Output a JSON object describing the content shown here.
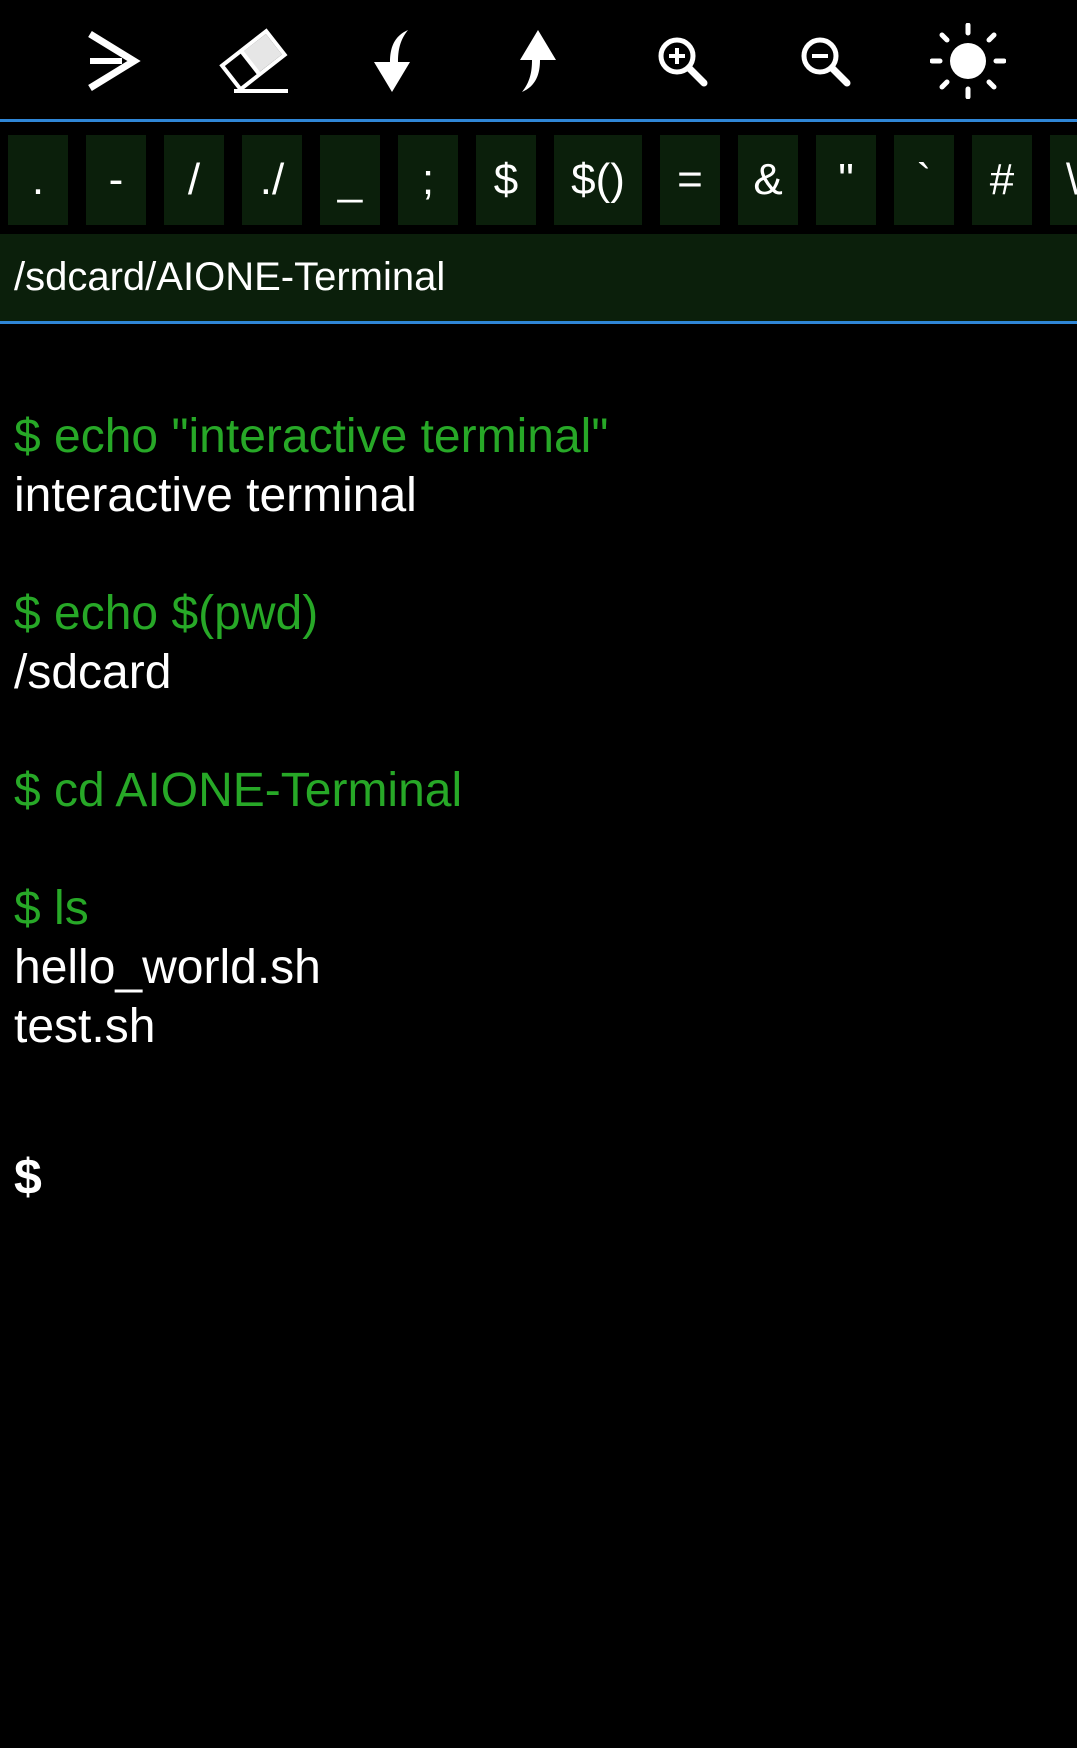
{
  "toolbar": {
    "buttons": [
      {
        "icon": "send-icon"
      },
      {
        "icon": "eraser-icon"
      },
      {
        "icon": "arrow-down-icon"
      },
      {
        "icon": "arrow-up-icon"
      },
      {
        "icon": "zoom-in-icon"
      },
      {
        "icon": "zoom-out-icon"
      },
      {
        "icon": "brightness-icon"
      }
    ]
  },
  "keys": [
    ".",
    "-",
    "/",
    "./",
    "_",
    ";",
    "$",
    "$()",
    "=",
    "&",
    "\"",
    "`",
    "#",
    "\\"
  ],
  "path": "/sdcard/AIONE-Terminal",
  "terminal": {
    "lines": [
      {
        "type": "cmd",
        "text": "$ echo \"interactive terminal\""
      },
      {
        "type": "out",
        "text": "interactive terminal"
      },
      {
        "type": "cmd",
        "text": "$ echo $(pwd)"
      },
      {
        "type": "out",
        "text": "/sdcard"
      },
      {
        "type": "cmd",
        "text": "$ cd AIONE-Terminal"
      },
      {
        "type": "cmd",
        "text": "$ ls"
      },
      {
        "type": "out",
        "text": "hello_world.sh"
      },
      {
        "type": "out",
        "text": "test.sh"
      }
    ],
    "prompt": "$"
  },
  "colors": {
    "command": "#27a827",
    "output": "#ffffff",
    "accent": "#2f86d6",
    "key_bg": "#0b1f0b"
  }
}
